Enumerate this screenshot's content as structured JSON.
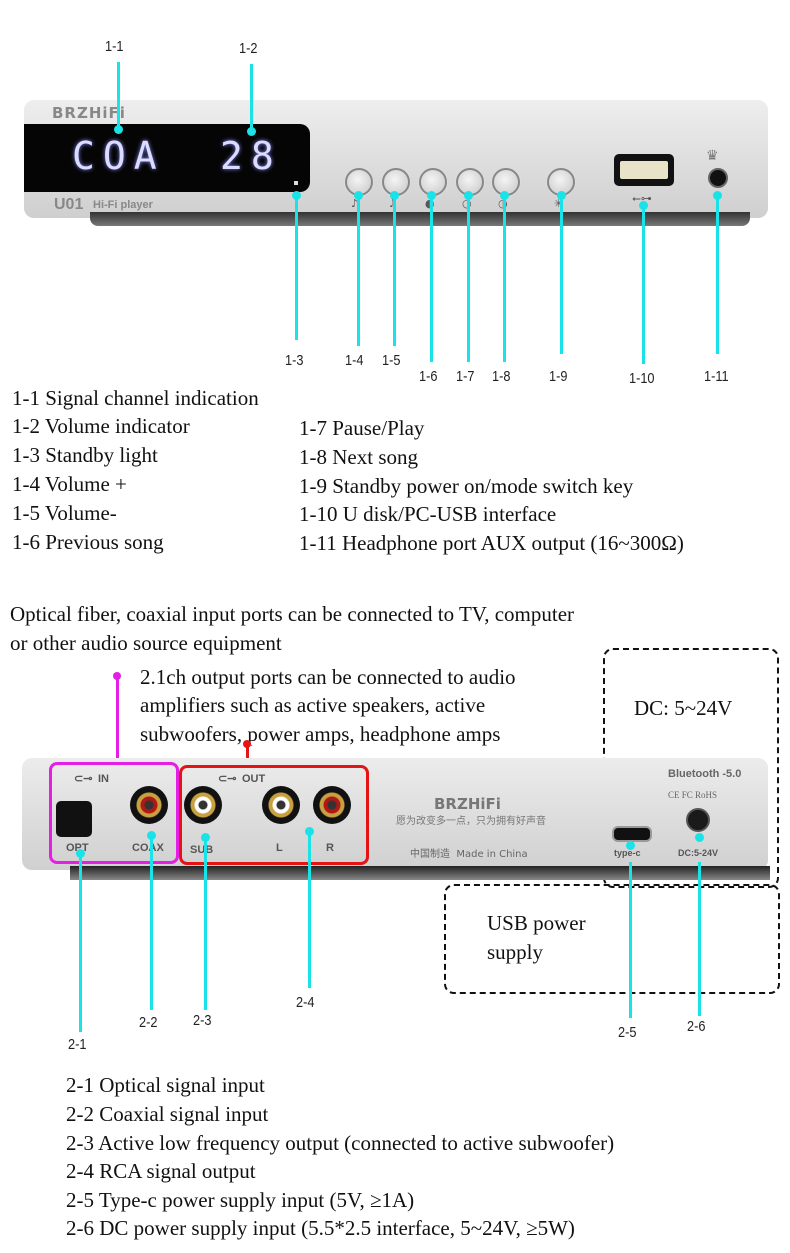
{
  "front_panel": {
    "brand": "BRZHiFi",
    "model": "U01",
    "model_sub": "Hi-Fi player",
    "display_channel": "COA",
    "display_volume": "28",
    "callouts": [
      "1-1",
      "1-2",
      "1-3",
      "1-4",
      "1-5",
      "1-6",
      "1-7",
      "1-8",
      "1-9",
      "1-10",
      "1-11"
    ],
    "button_icons": [
      "volume-up-icon",
      "volume-down-icon",
      "previous-icon",
      "play-pause-icon",
      "next-icon",
      "power-mode-icon"
    ]
  },
  "front_legend_left": [
    "1-1 Signal channel indication",
    "1-2 Volume indicator",
    "1-3 Standby light",
    "1-4 Volume +",
    "1-5 Volume-",
    "1-6 Previous song"
  ],
  "front_legend_right": [
    "1-7 Pause/Play",
    "1-8 Next song",
    "1-9 Standby power on/mode switch key",
    "1-10 U disk/PC-USB interface",
    "1-11 Headphone port AUX output (16~300Ω)"
  ],
  "input_note_line1": "Optical fiber, coaxial input ports can be connected to TV, computer",
  "input_note_line2": "or other audio source equipment",
  "output_note": [
    "2.1ch output ports can be connected to audio",
    "amplifiers such as active speakers, active",
    "subwoofers, power amps, headphone amps"
  ],
  "dc_note": "DC: 5~24V",
  "usb_note": [
    "USB power",
    "supply"
  ],
  "back_panel": {
    "in_label": "IN",
    "out_label": "OUT",
    "opt": "OPT",
    "coax": "COAX",
    "sub": "SUB",
    "l": "L",
    "r": "R",
    "brand": "BRZHiFi",
    "slogan": "愿为改变多一点，只为拥有好声音",
    "made": "中国制造  Made in China",
    "bluetooth": "Bluetooth -5.0",
    "certs": "CE FC RoHS",
    "typec": "type-c",
    "dc": "DC:5-24V",
    "callouts": [
      "2-1",
      "2-2",
      "2-3",
      "2-4",
      "2-5",
      "2-6"
    ]
  },
  "back_legend": [
    "2-1 Optical signal input",
    "2-2 Coaxial signal input",
    "2-3 Active low frequency output (connected to active subwoofer)",
    "2-4 RCA signal output",
    "2-5 Type-c power supply input (5V, ≥1A)",
    "2-6 DC power supply input (5.5*2.5 interface, 5~24V, ≥5W)"
  ]
}
